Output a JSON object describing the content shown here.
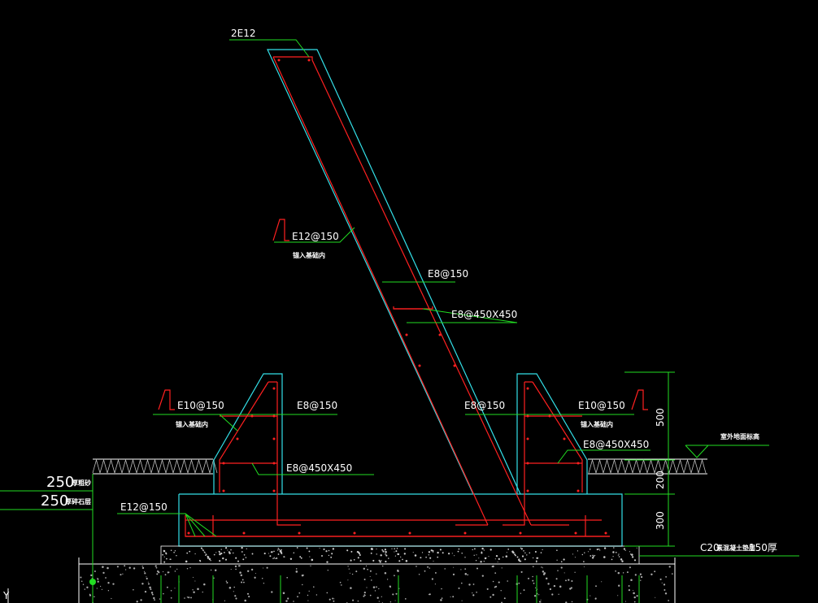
{
  "drawing": {
    "labels": {
      "top_rebar": "2E12",
      "diag_rebar": "E12@150",
      "diag_rebar_note": "锚入基础内",
      "diag_stirrup": "E8@150",
      "diag_tie": "E8@450X450",
      "left_main": "E10@150",
      "left_main_note": "锚入基础内",
      "left_stirrup": "E8@150",
      "left_tie": "E8@450X450",
      "right_stirrup": "E8@150",
      "right_main": "E10@150",
      "right_main_note": "锚入基础内",
      "right_tie": "E8@450X450",
      "base_rebar": "E12@150",
      "sand_layer_num": "250",
      "sand_layer_txt": "厚粗砂",
      "gravel_layer_num": "250",
      "gravel_layer_txt": "厚碎石层",
      "ground_mark": "室外地面标高",
      "concrete_num": "C20",
      "concrete_mid": "素混凝土垫层",
      "concrete_end": "150厚",
      "axis_y": "Y"
    },
    "dimensions": {
      "upper": "500",
      "middle": "200",
      "lower": "300"
    },
    "colors": {
      "background": "#000000",
      "outline": "#33e0e8",
      "rebar": "#ff2020",
      "leader": "#22dd22",
      "text": "#ffffff"
    }
  }
}
